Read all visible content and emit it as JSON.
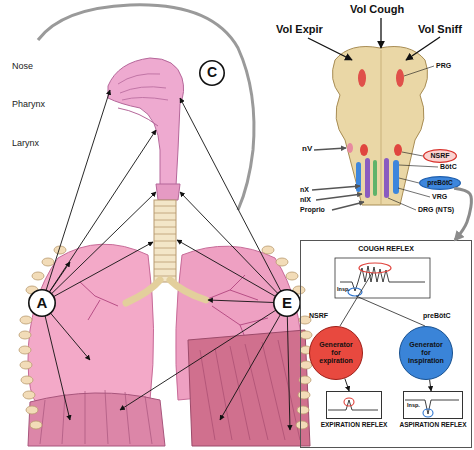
{
  "diagram": {
    "nodes": [
      {
        "text": [
          "A"
        ]
      },
      {
        "text": [
          "E"
        ]
      },
      {
        "text": [
          "C"
        ]
      },
      {
        "text": [
          "NSRF"
        ]
      },
      {
        "text": [
          "preBötC"
        ]
      },
      {
        "text": [
          "COUGH REFLEX"
        ]
      },
      {
        "text": [
          "NSRF",
          "Generator for expiration"
        ],
        "in": 5
      },
      {
        "text": [
          "preBötC",
          "Generator for inspiration"
        ],
        "in": 5
      },
      {
        "text": [
          "EXPIRATION REFLEX"
        ],
        "in": 5
      },
      {
        "text": [
          "ASPIRATION REFLEX"
        ],
        "in": 5
      }
    ],
    "edges": [
      {
        "from": 6,
        "to": 8,
        "arrow": "to"
      },
      {
        "from": 7,
        "to": 9,
        "arrow": "to"
      },
      {
        "from": 4,
        "to": 5,
        "arrow": "to"
      }
    ],
    "labels": [
      "Nose",
      "Pharynx",
      "Larynx",
      "Vol Expir",
      "Vol Cough",
      "Vol Sniff",
      "PRG",
      "nV",
      "BötC",
      "VRG",
      "DRG (NTS)",
      "nX",
      "nIX",
      "Proprio",
      "Insp.",
      "Insp."
    ]
  }
}
